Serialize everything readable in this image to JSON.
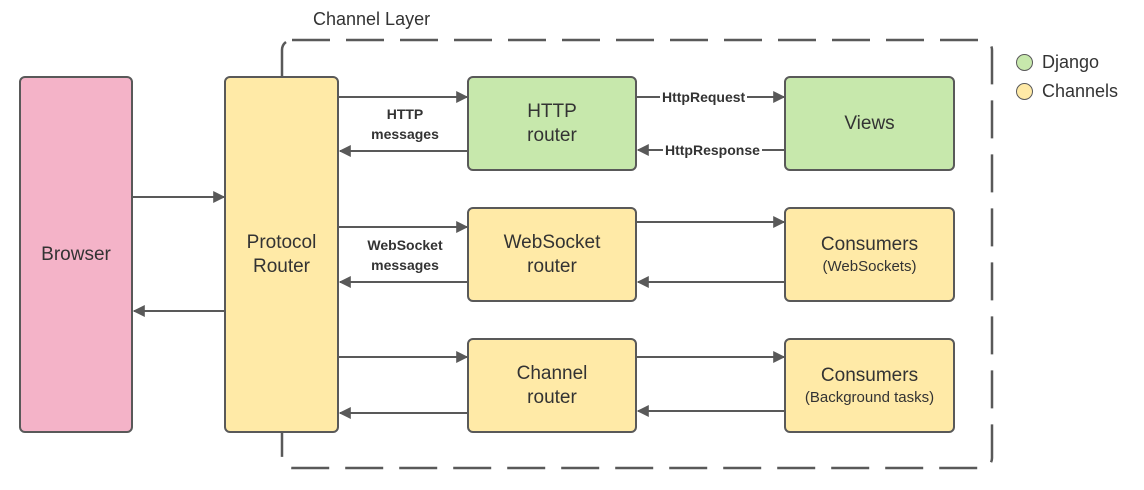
{
  "colors": {
    "django": "#c7e8ac",
    "channels": "#ffeaa7",
    "browser": "#f4b3c8",
    "stroke": "#595959"
  },
  "channel_layer": {
    "title": "Channel Layer"
  },
  "legend": [
    {
      "label": "Django",
      "color": "#c7e8ac"
    },
    {
      "label": "Channels",
      "color": "#ffeaa7"
    }
  ],
  "nodes": {
    "browser": {
      "title": "Browser"
    },
    "protocol_router": {
      "line1": "Protocol",
      "line2": "Router"
    },
    "http_router": {
      "line1": "HTTP",
      "line2": "router"
    },
    "websocket_router": {
      "line1": "WebSocket",
      "line2": "router"
    },
    "channel_router": {
      "line1": "Channel",
      "line2": "router"
    },
    "views": {
      "title": "Views"
    },
    "consumers_ws": {
      "title": "Consumers",
      "sub": "(WebSockets)"
    },
    "consumers_bg": {
      "title": "Consumers",
      "sub": "(Background tasks)"
    }
  },
  "edge_labels": {
    "http_messages": {
      "line1": "HTTP",
      "line2": "messages"
    },
    "websocket_messages": {
      "line1": "WebSocket",
      "line2": "messages"
    },
    "http_request": "HttpRequest",
    "http_response": "HttpResponse"
  }
}
